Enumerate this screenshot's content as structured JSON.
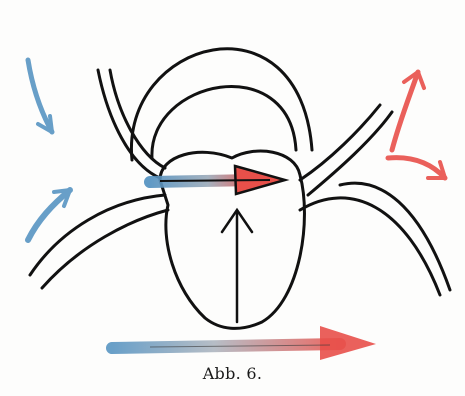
{
  "caption": "Abb. 6.",
  "colors": {
    "ink": "#111111",
    "arterial_red": "#e8504a",
    "venous_blue": "#4f8fbf",
    "paper": "#fdfdfc"
  },
  "arrows": [
    {
      "name": "venous-inflow-top-left",
      "color": "venous_blue"
    },
    {
      "name": "venous-inflow-bottom-left",
      "color": "venous_blue"
    },
    {
      "name": "atrial-blood-flow",
      "color": "blue-to-red"
    },
    {
      "name": "ventricular-outflow",
      "color": "ink"
    },
    {
      "name": "arterial-outflow-up-right",
      "color": "arterial_red"
    },
    {
      "name": "arterial-outflow-down-right",
      "color": "arterial_red"
    },
    {
      "name": "circulation-summary",
      "color": "blue-to-red"
    }
  ]
}
